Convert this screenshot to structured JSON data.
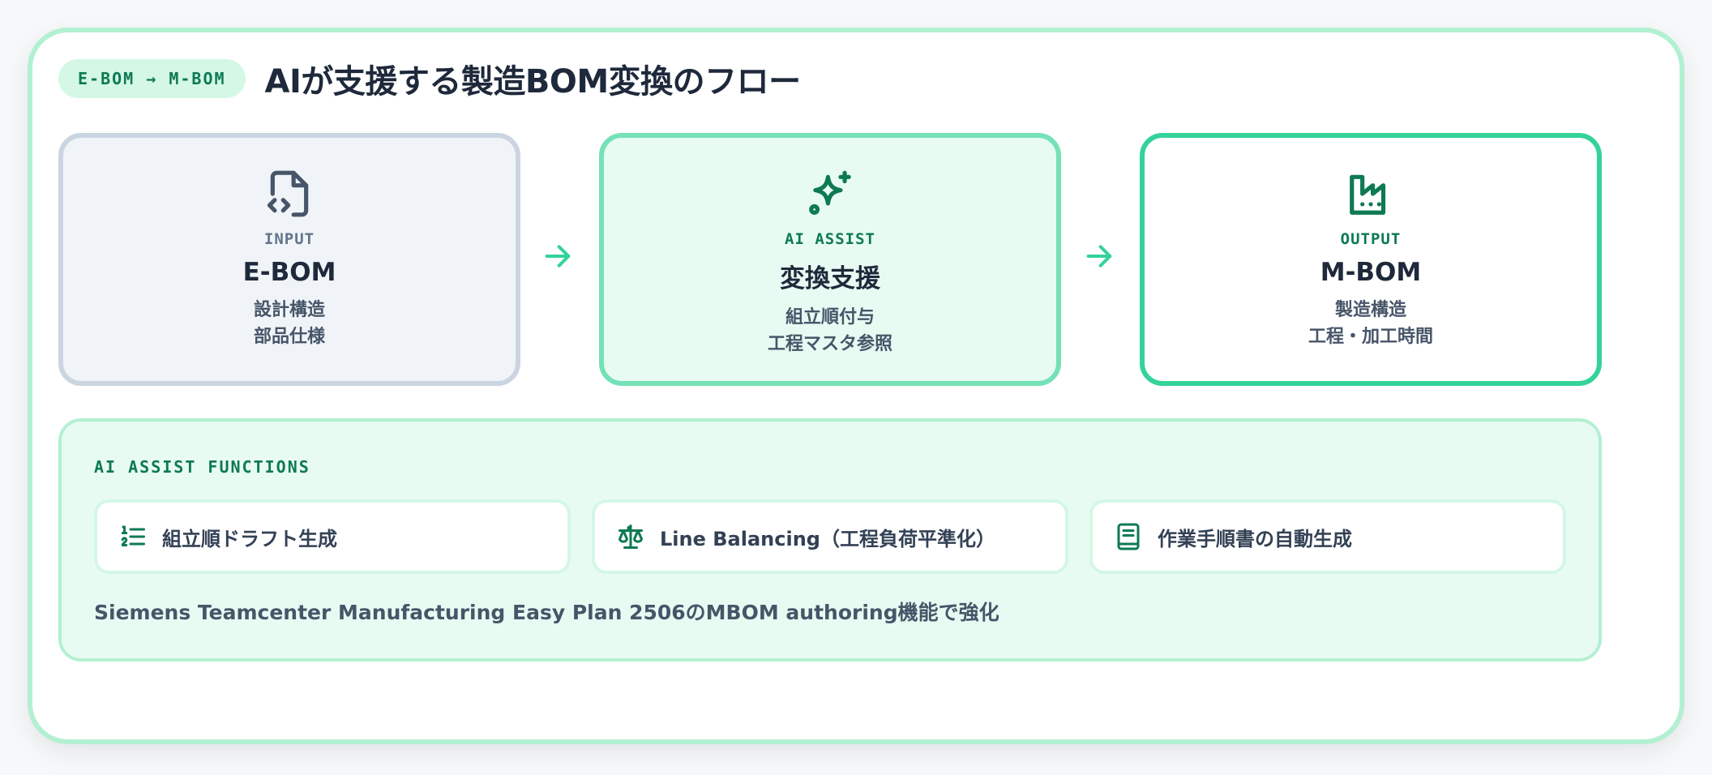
{
  "header": {
    "pill": "E-BOM → M-BOM",
    "title": "AIが支援する製造BOM変換のフロー"
  },
  "flow": {
    "input": {
      "icon": "file-code-icon",
      "kicker": "INPUT",
      "title": "E-BOM",
      "line1": "設計構造",
      "line2": "部品仕様"
    },
    "assist": {
      "icon": "sparkles-icon",
      "kicker": "AI ASSIST",
      "title": "変換支援",
      "line1": "組立順付与",
      "line2": "工程マスタ参照"
    },
    "output": {
      "icon": "factory-icon",
      "kicker": "OUTPUT",
      "title": "M-BOM",
      "line1": "製造構造",
      "line2": "工程・加工時間"
    }
  },
  "functions": {
    "label": "AI ASSIST FUNCTIONS",
    "items": [
      {
        "icon": "list-ordered-icon",
        "text": "組立順ドラフト生成"
      },
      {
        "icon": "scale-icon",
        "text": "Line Balancing（工程負荷平準化）"
      },
      {
        "icon": "book-icon",
        "text": "作業手順書の自動生成"
      }
    ],
    "footnote": "Siemens Teamcenter Manufacturing Easy Plan 2506のMBOM authoring機能で強化"
  },
  "colors": {
    "accent": "#0d7a52",
    "accent_light": "#34d399",
    "mint_bg": "#e8fbf2",
    "slate_border": "#cbd5e1"
  }
}
